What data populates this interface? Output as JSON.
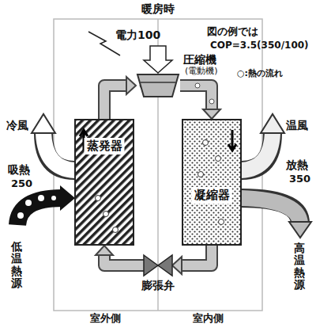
{
  "diagram": {
    "title": "暖房時",
    "nodes": [
      {
        "text": [
          "圧縮機",
          "(電動機)"
        ]
      },
      {
        "text": [
          "蒸発器"
        ]
      },
      {
        "text": [
          "凝縮器"
        ]
      },
      {
        "text": [
          "膨張弁"
        ]
      }
    ],
    "edges": [
      {
        "from": 0,
        "to": 2,
        "arrow": "to"
      },
      {
        "from": 2,
        "to": 3,
        "arrow": "to"
      },
      {
        "from": 3,
        "to": 1,
        "arrow": "to"
      },
      {
        "from": 1,
        "to": 0,
        "arrow": "to"
      }
    ],
    "labels": [
      "電力100",
      "図の例では",
      "COP=3.5(350/100)",
      "○:熱の流れ",
      "冷風",
      "吸熱",
      "250",
      "温風",
      "放熱",
      "350",
      "低温熱源",
      "高温熱源",
      "室外側",
      "室内側"
    ]
  }
}
